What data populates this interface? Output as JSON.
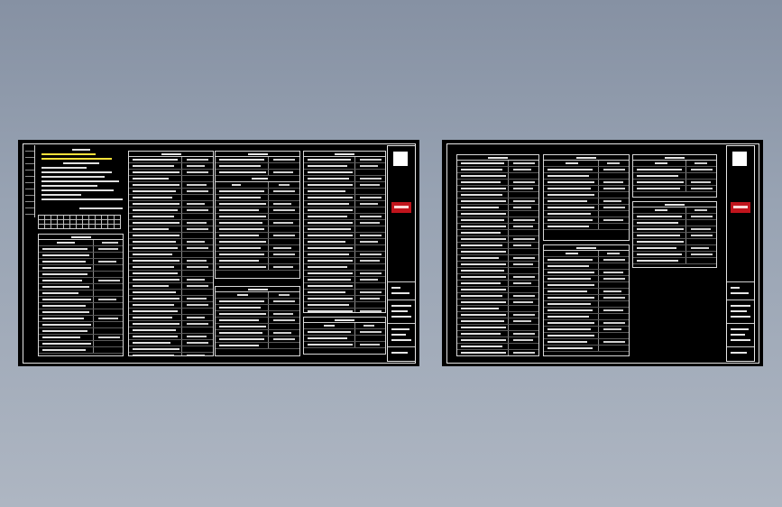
{
  "viewer": {
    "background": "#8f9aab",
    "sheet_color": "#000000",
    "line_color": "#e6e6e6",
    "accent_red": "#c0141c",
    "accent_yellow": "#ffe23a"
  },
  "sheets": [
    {
      "id": "sheet-1",
      "tables": [
        {
          "name": "notes-block",
          "rows": 14
        },
        {
          "name": "table-a",
          "rows": 18
        },
        {
          "name": "table-b",
          "rows": 36
        },
        {
          "name": "table-c",
          "rows": 20
        },
        {
          "name": "table-d",
          "rows": 10
        },
        {
          "name": "table-e",
          "rows": 30
        },
        {
          "name": "table-f",
          "rows": 5
        }
      ]
    },
    {
      "id": "sheet-2",
      "tables": [
        {
          "name": "table-g",
          "rows": 36
        },
        {
          "name": "table-h",
          "rows": 14
        },
        {
          "name": "table-i",
          "rows": 18
        },
        {
          "name": "table-j",
          "rows": 6
        },
        {
          "name": "table-k",
          "rows": 10
        }
      ]
    }
  ]
}
